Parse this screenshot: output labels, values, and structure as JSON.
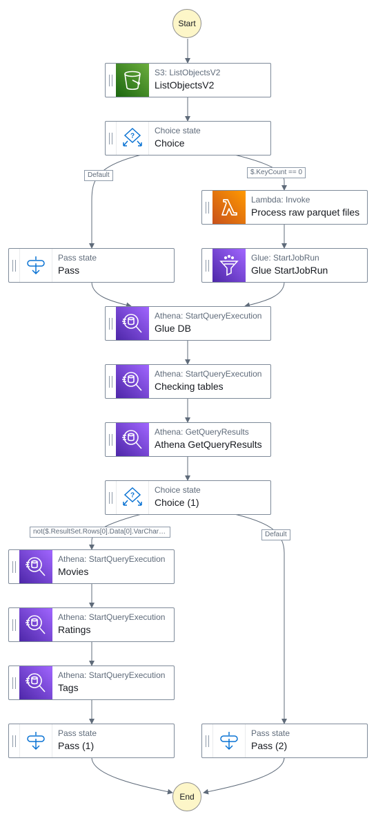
{
  "diagram": {
    "start_label": "Start",
    "end_label": "End",
    "nodes": [
      {
        "id": "listobjects",
        "subtitle": "S3: ListObjectsV2",
        "title": "ListObjectsV2",
        "icon": "s3-bucket-icon"
      },
      {
        "id": "choice",
        "subtitle": "Choice state",
        "title": "Choice",
        "icon": "choice-state-icon"
      },
      {
        "id": "lambda",
        "subtitle": "Lambda: Invoke",
        "title": "Process raw parquet files",
        "icon": "lambda-icon"
      },
      {
        "id": "pass",
        "subtitle": "Pass state",
        "title": "Pass",
        "icon": "pass-state-icon"
      },
      {
        "id": "glue",
        "subtitle": "Glue: StartJobRun",
        "title": "Glue StartJobRun",
        "icon": "glue-icon"
      },
      {
        "id": "gluedb",
        "subtitle": "Athena: StartQueryExecution",
        "title": "Glue DB",
        "icon": "athena-icon"
      },
      {
        "id": "checking",
        "subtitle": "Athena: StartQueryExecution",
        "title": "Checking tables",
        "icon": "athena-icon"
      },
      {
        "id": "getresults",
        "subtitle": "Athena: GetQueryResults",
        "title": "Athena GetQueryResults",
        "icon": "athena-icon"
      },
      {
        "id": "choice1",
        "subtitle": "Choice state",
        "title": "Choice (1)",
        "icon": "choice-state-icon"
      },
      {
        "id": "movies",
        "subtitle": "Athena: StartQueryExecution",
        "title": "Movies",
        "icon": "athena-icon"
      },
      {
        "id": "ratings",
        "subtitle": "Athena: StartQueryExecution",
        "title": "Ratings",
        "icon": "athena-icon"
      },
      {
        "id": "tags",
        "subtitle": "Athena: StartQueryExecution",
        "title": "Tags",
        "icon": "athena-icon"
      },
      {
        "id": "pass1",
        "subtitle": "Pass state",
        "title": "Pass (1)",
        "icon": "pass-state-icon"
      },
      {
        "id": "pass2",
        "subtitle": "Pass state",
        "title": "Pass (2)",
        "icon": "pass-state-icon"
      }
    ],
    "edge_labels": {
      "choice_default": "Default",
      "choice_keycount": "$.KeyCount == 0",
      "choice1_condition": "not($.ResultSet.Rows[0].Data[0].VarChar…",
      "choice1_default": "Default"
    },
    "colors": {
      "edge": "#5f6b7a",
      "terminal_fill": "#fdf6c8",
      "s3": "#3f8624",
      "athena": "#8c4fff",
      "lambda": "#ed7100",
      "flow_icon": "#0972d3"
    }
  }
}
